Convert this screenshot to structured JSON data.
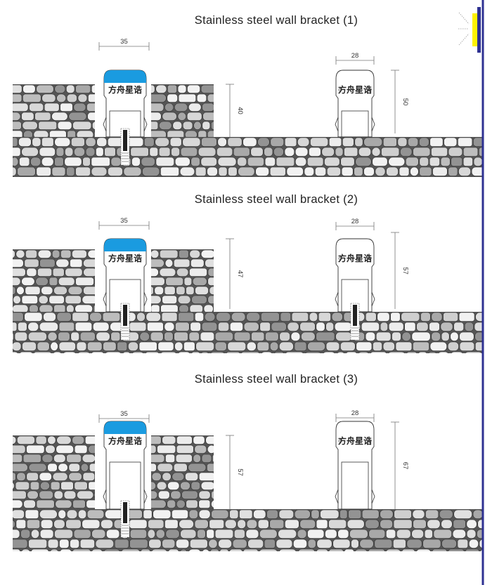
{
  "sections": [
    {
      "title": "Stainless steel wall bracket (1)",
      "left_width": "35",
      "right_width": "28",
      "left_height": "40",
      "right_height": "50"
    },
    {
      "title": "Stainless steel wall bracket (2)",
      "left_width": "35",
      "right_width": "28",
      "left_height": "47",
      "right_height": "57"
    },
    {
      "title": "Stainless steel wall bracket (3)",
      "left_width": "35",
      "right_width": "28",
      "left_height": "57",
      "right_height": "67"
    }
  ],
  "brand_mark": "方舟星诰",
  "colors": {
    "cap_blue": "#1a9be0",
    "edge_blue": "#2e3192",
    "edge_yellow": "#fff200"
  }
}
